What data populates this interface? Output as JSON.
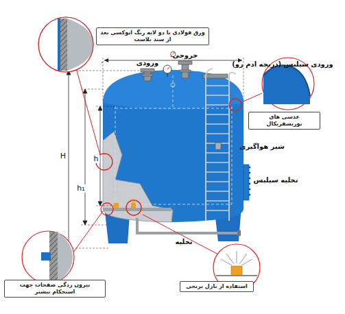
{
  "diagram": {
    "nodes": [
      {
        "text": [
          "ورق فولادی با دو لایه رنگ اپوکسی بعد از سند بلاست"
        ]
      },
      {
        "text": [
          "عدسی های توریسفریکال"
        ]
      },
      {
        "text": [
          "بیرون زدگی صفحات جهت استحکام بیشتر"
        ]
      },
      {
        "text": [
          "استفاده از نازل برنجی"
        ]
      }
    ],
    "edges": [],
    "labels": [
      "∅",
      "ورودی",
      "خروجی",
      "ورودی سیلیس (دریچه ادم رو)",
      "شیر هواگیری",
      "تخلیه سیلیس",
      "تخلیه",
      "H",
      "h₁",
      "h"
    ]
  }
}
